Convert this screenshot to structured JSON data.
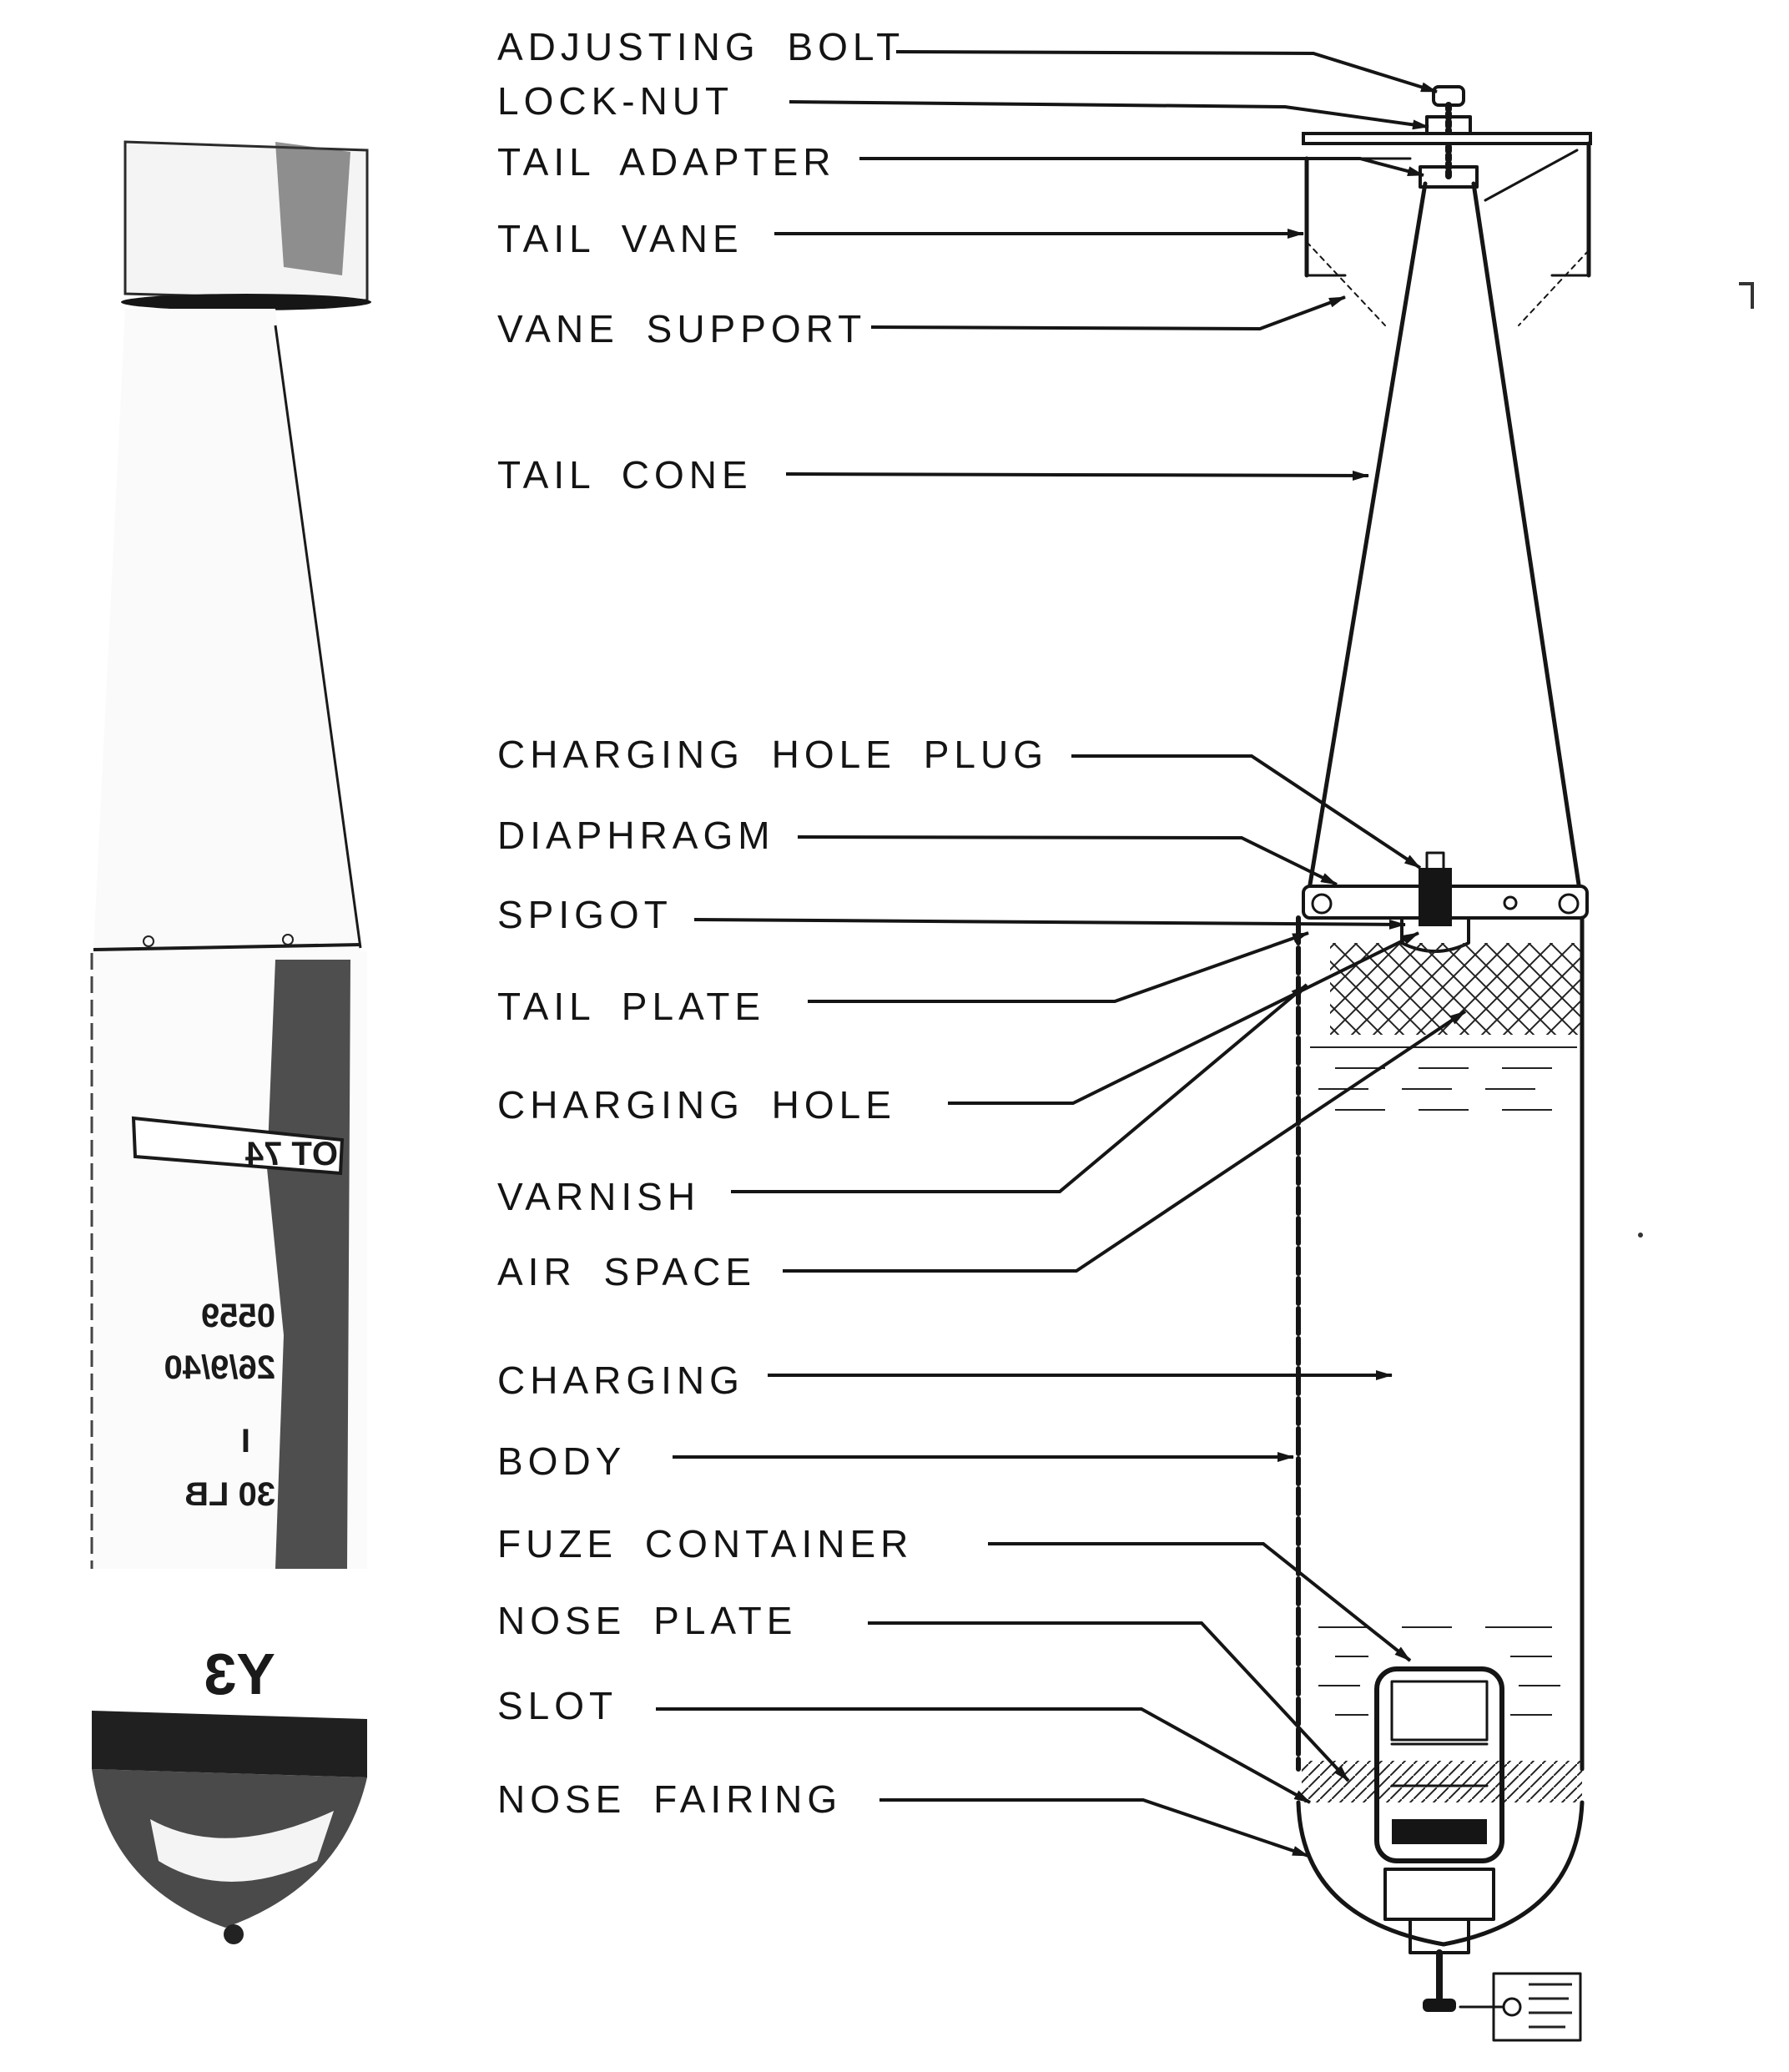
{
  "labels": [
    "ADJUSTING BOLT",
    "LOCK-NUT",
    "TAIL ADAPTER",
    "TAIL VANE",
    "VANE SUPPORT",
    "TAIL CONE",
    "CHARGING HOLE PLUG",
    "DIAPHRAGM",
    "SPIGOT",
    "TAIL PLATE",
    "CHARGING HOLE",
    "VARNISH",
    "AIR SPACE",
    "CHARGING",
    "BODY",
    "FUZE CONTAINER",
    "NOSE PLATE",
    "SLOT",
    "NOSE FAIRING"
  ],
  "photo_markings": {
    "stencil": "OT 74",
    "serial": "0559",
    "date": "26/9/40",
    "mark": "I",
    "weight": "30 LB",
    "code": "Y3"
  },
  "colors": {
    "ink": "#151515",
    "background": "#ffffff"
  }
}
